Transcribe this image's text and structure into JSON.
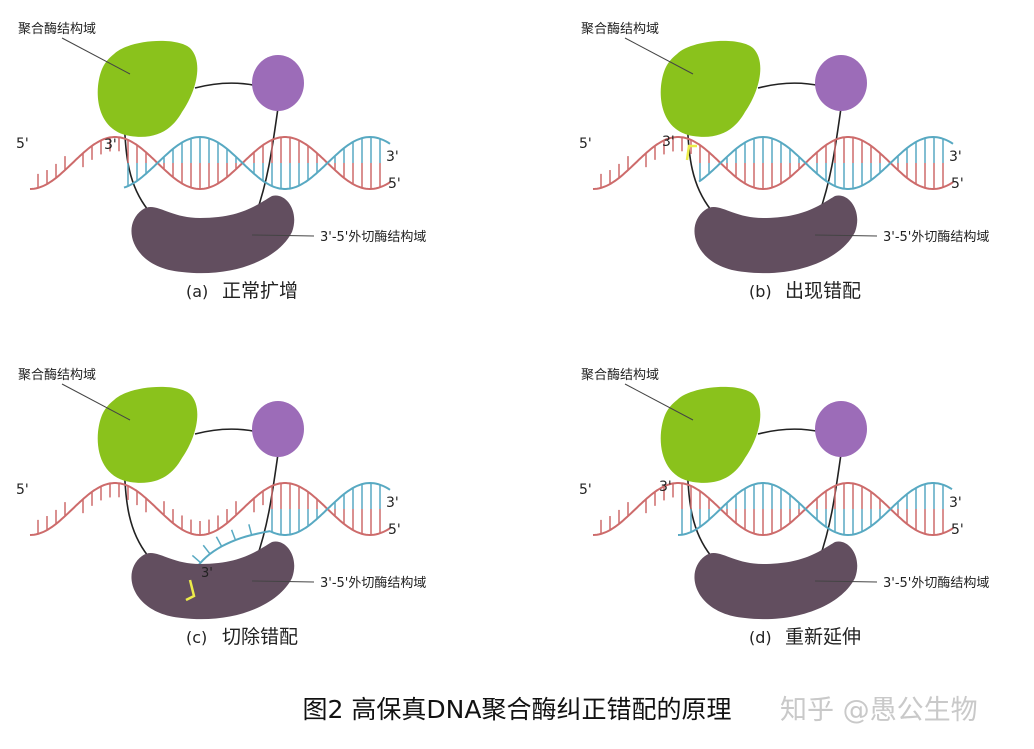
{
  "colors": {
    "polymerase": "#8ac21c",
    "linker_protein": "#9c6cb8",
    "exonuclease": "#624e5f",
    "template_strand": "#cd6b6b",
    "new_strand": "#58a9c2",
    "mismatch": "#ecec4a",
    "connector": "#222222",
    "caption_text": "#111111",
    "watermark_text": "#c9c9c9"
  },
  "labels": {
    "polymerase_domain": "聚合酶结构域",
    "exonuclease_domain": "3'-5'外切酶结构域",
    "end_3": "3'",
    "end_5": "5'"
  },
  "panels": [
    {
      "id": "a",
      "tag": "(a)",
      "title": "正常扩增",
      "state": "normal"
    },
    {
      "id": "b",
      "tag": "(b)",
      "title": "出现错配",
      "state": "mismatch"
    },
    {
      "id": "c",
      "tag": "(c)",
      "title": "切除错配",
      "state": "excision"
    },
    {
      "id": "d",
      "tag": "(d)",
      "title": "重新延伸",
      "state": "extension"
    }
  ],
  "caption": "图2 高保真DNA聚合酶纠正错配的原理",
  "watermark": "知乎 @愚公生物"
}
